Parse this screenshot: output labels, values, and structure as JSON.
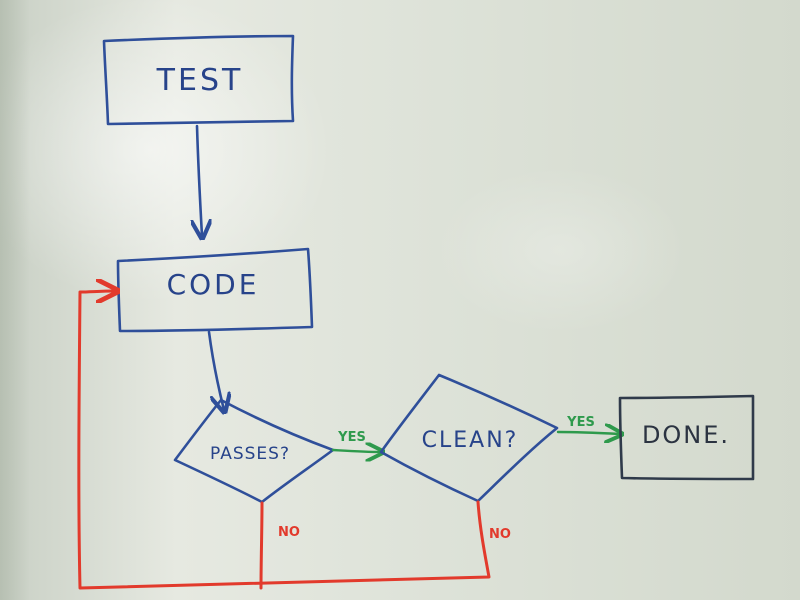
{
  "nodes": {
    "test": "TEST",
    "code": "CODE",
    "passes": "PASSES?",
    "clean": "CLEAN?",
    "done": "DONE."
  },
  "edges": {
    "passes_yes": "YES",
    "clean_yes": "YES",
    "passes_no": "NO",
    "clean_no": "NO"
  },
  "colors": {
    "flow_ink": "#2f4f9a",
    "yes_ink": "#2e9a4c",
    "no_ink": "#e23a2c",
    "done_ink": "#2f3a4a"
  }
}
